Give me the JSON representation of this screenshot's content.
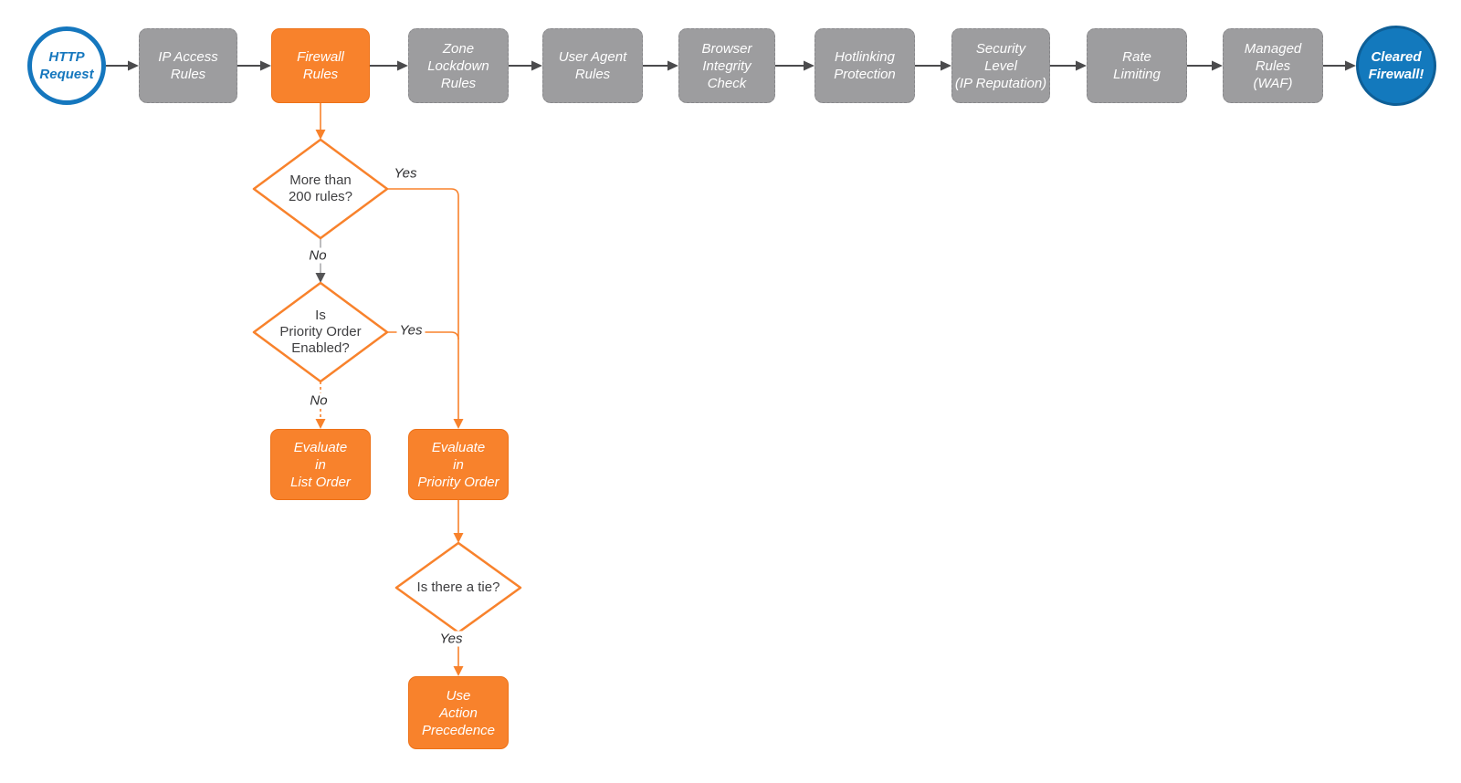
{
  "title": "Firewall request evaluation flowchart",
  "colors": {
    "orange": "#F8822C",
    "orange_border": "#ED7117",
    "gray": "#9D9D9F",
    "gray_border": "#87878A",
    "blue": "#1577BE",
    "blue_fill": "#1379BD",
    "blue_border": "#0E5F97",
    "dark_line": "#4B4B4D",
    "light_gray_line": "#ABABAD",
    "text_dark": "#3F3F41"
  },
  "nodes": {
    "http_request": {
      "label": "HTTP\nRequest",
      "type": "start"
    },
    "ip_access": {
      "label": "IP Access\nRules",
      "type": "process"
    },
    "firewall_rules": {
      "label": "Firewall\nRules",
      "type": "process-highlight"
    },
    "zone_lockdown": {
      "label": "Zone\nLockdown\nRules",
      "type": "process"
    },
    "user_agent": {
      "label": "User Agent\nRules",
      "type": "process"
    },
    "browser_integrity": {
      "label": "Browser\nIntegrity\nCheck",
      "type": "process"
    },
    "hotlinking": {
      "label": "Hotlinking\nProtection",
      "type": "process"
    },
    "security_level": {
      "label": "Security\nLevel\n(IP Reputation)",
      "type": "process"
    },
    "rate_limiting": {
      "label": "Rate\nLimiting",
      "type": "process"
    },
    "managed_rules": {
      "label": "Managed\nRules\n(WAF)",
      "type": "process"
    },
    "cleared_firewall": {
      "label": "Cleared\nFirewall!",
      "type": "end"
    },
    "more_than_200": {
      "label": "More than\n200 rules?",
      "type": "decision"
    },
    "priority_enabled": {
      "label": "Is\nPriority Order\nEnabled?",
      "type": "decision"
    },
    "evaluate_list": {
      "label": "Evaluate\nin\nList Order",
      "type": "process-highlight"
    },
    "evaluate_priority": {
      "label": "Evaluate\nin\nPriority Order",
      "type": "process-highlight"
    },
    "is_there_tie": {
      "label": "Is there a tie?",
      "type": "decision"
    },
    "use_action_precedence": {
      "label": "Use\nAction\nPrecedence",
      "type": "process-highlight"
    }
  },
  "edge_labels": {
    "yes_more_than_200": "Yes",
    "no_more_than_200": "No",
    "yes_priority_enabled": "Yes",
    "no_priority_enabled": "No",
    "yes_is_there_tie": "Yes"
  }
}
